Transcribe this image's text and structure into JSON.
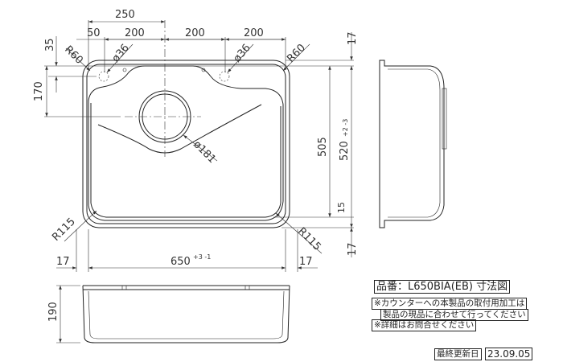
{
  "drawing": {
    "dims": {
      "d250": "250",
      "d50": "50",
      "d200a": "200",
      "d200b": "200",
      "d200c": "200",
      "d35": "35",
      "d17_top": "17",
      "d170": "170",
      "r60_left": "R60",
      "r60_right": "R60",
      "hole_left": "ø36",
      "hole_right": "ø36",
      "drain": "ø181",
      "d505": "505",
      "d520": "520",
      "d520_tol": "+2 -3",
      "d15": "15",
      "r115_left": "R115",
      "r115_right": "R115",
      "d17_left": "17",
      "d17_right": "17",
      "d17_side": "17",
      "d650": "650",
      "d650_tol": "+3 -1",
      "d190": "190"
    }
  },
  "title_block": {
    "product": "品番：L650BIA(EB) 寸法図",
    "note1": "※カウンターへの本製品の取付用加工は",
    "note2": "製品の現品に合わせて行ってください",
    "note3": "※詳細はお問合せください",
    "updated_label": "最終更新日",
    "updated_date": "23.09.05"
  }
}
